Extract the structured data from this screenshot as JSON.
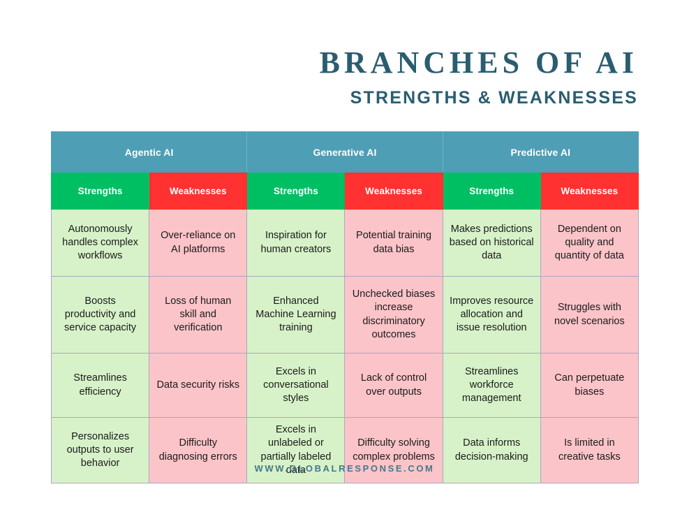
{
  "header": {
    "title": "BRANCHES OF AI",
    "subtitle": "STRENGTHS & WEAKNESSES"
  },
  "footer": {
    "url": "WWW.GLOBALRESPONSE.COM"
  },
  "colors": {
    "title_teal": "#2a5d70",
    "group_header_teal": "#4e9eb5",
    "strength_green": "#00bf63",
    "weakness_red": "#ff3131",
    "strength_cell_green": "#d7f2c8",
    "weakness_cell_pink": "#fbc4c9",
    "cell_border": "#a9a9bd",
    "footer_teal": "#46788c",
    "page_background": "#ffffff"
  },
  "table": {
    "groups": [
      {
        "label": "Agentic AI"
      },
      {
        "label": "Generative AI"
      },
      {
        "label": "Predictive AI"
      }
    ],
    "subheaders": [
      {
        "label": "Strengths",
        "type": "s"
      },
      {
        "label": "Weaknesses",
        "type": "w"
      },
      {
        "label": "Strengths",
        "type": "s"
      },
      {
        "label": "Weaknesses",
        "type": "w"
      },
      {
        "label": "Strengths",
        "type": "s"
      },
      {
        "label": "Weaknesses",
        "type": "w"
      }
    ],
    "rows": [
      [
        "Autonomously handles complex workflows",
        "Over-reliance on AI platforms",
        "Inspiration for human creators",
        "Potential training data bias",
        "Makes predictions based on historical data",
        "Dependent on quality and quantity of data"
      ],
      [
        "Boosts productivity and service capacity",
        "Loss of human skill and verification",
        "Enhanced Machine Learning training",
        "Unchecked biases increase discriminatory outcomes",
        "Improves resource allocation and issue resolution",
        "Struggles with novel scenarios"
      ],
      [
        "Streamlines efficiency",
        "Data security risks",
        "Excels in conversational styles",
        "Lack of control over outputs",
        "Streamlines workforce management",
        "Can perpetuate biases"
      ],
      [
        "Personalizes outputs to user behavior",
        "Difficulty diagnosing errors",
        "Excels in unlabeled or partially labeled data",
        "Difficulty solving complex problems",
        "Data informs decision-making",
        "Is limited in creative tasks"
      ]
    ]
  }
}
